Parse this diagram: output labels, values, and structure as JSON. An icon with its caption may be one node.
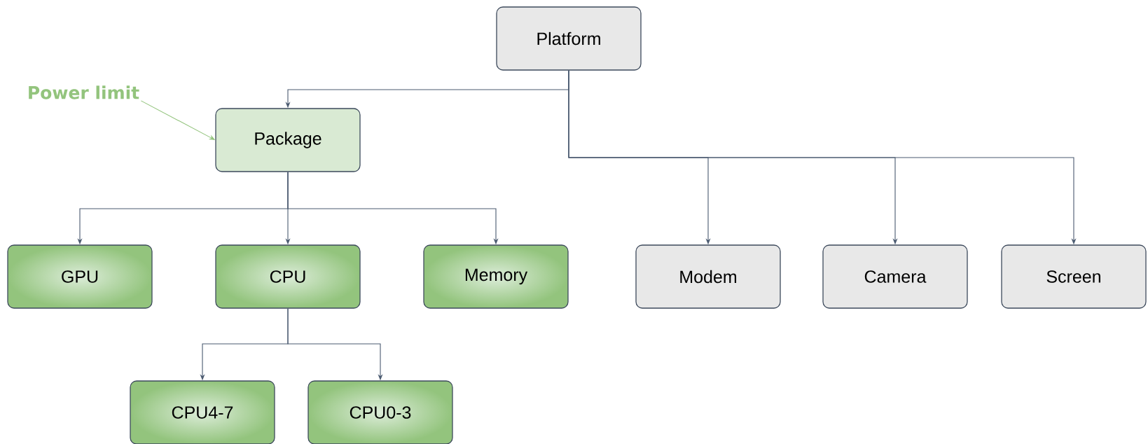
{
  "diagram": {
    "nodes": [
      {
        "text": [
          "Platform"
        ]
      },
      {
        "text": [
          "Power limit"
        ]
      },
      {
        "text": [
          "Package"
        ]
      },
      {
        "text": [
          "GPU"
        ]
      },
      {
        "text": [
          "CPU"
        ]
      },
      {
        "text": [
          "Memory"
        ]
      },
      {
        "text": [
          "Modem"
        ]
      },
      {
        "text": [
          "Camera"
        ]
      },
      {
        "text": [
          "Screen"
        ]
      },
      {
        "text": [
          "CPU4-7"
        ]
      },
      {
        "text": [
          "CPU0-3"
        ]
      }
    ],
    "edges": [
      {
        "from": 1,
        "to": 2,
        "arrow": "to",
        "color": "#93c47d"
      },
      {
        "from": 0,
        "to": 2,
        "arrow": "to"
      },
      {
        "from": 0,
        "to": 6,
        "arrow": "to"
      },
      {
        "from": 0,
        "to": 7,
        "arrow": "to"
      },
      {
        "from": 0,
        "to": 8,
        "arrow": "to"
      },
      {
        "from": 2,
        "to": 3,
        "arrow": "to"
      },
      {
        "from": 2,
        "to": 4,
        "arrow": "to"
      },
      {
        "from": 2,
        "to": 5,
        "arrow": "to"
      },
      {
        "from": 4,
        "to": 9,
        "arrow": "to"
      },
      {
        "from": 4,
        "to": 10,
        "arrow": "to"
      }
    ]
  }
}
